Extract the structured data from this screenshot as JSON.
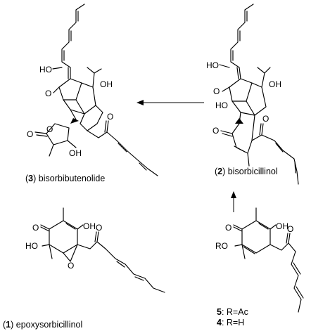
{
  "compounds": {
    "c3": {
      "number": "3",
      "name": " bisorbibutenolide"
    },
    "c2": {
      "number": "2",
      "name": " bisorbicillinol"
    },
    "c1": {
      "number": "1",
      "name": " epoxysorbicillinol"
    },
    "c5": {
      "number": "5",
      "text": ": R=Ac"
    },
    "c4": {
      "number": "4",
      "text": ": R=H"
    }
  },
  "atom_labels": {
    "ho": "HO",
    "oh": "OH",
    "o": "O",
    "ro": "RO"
  },
  "arrows": [
    {
      "from": "2",
      "to": "3",
      "direction": "left"
    },
    {
      "from": "5/4",
      "to": "2",
      "direction": "up"
    }
  ]
}
